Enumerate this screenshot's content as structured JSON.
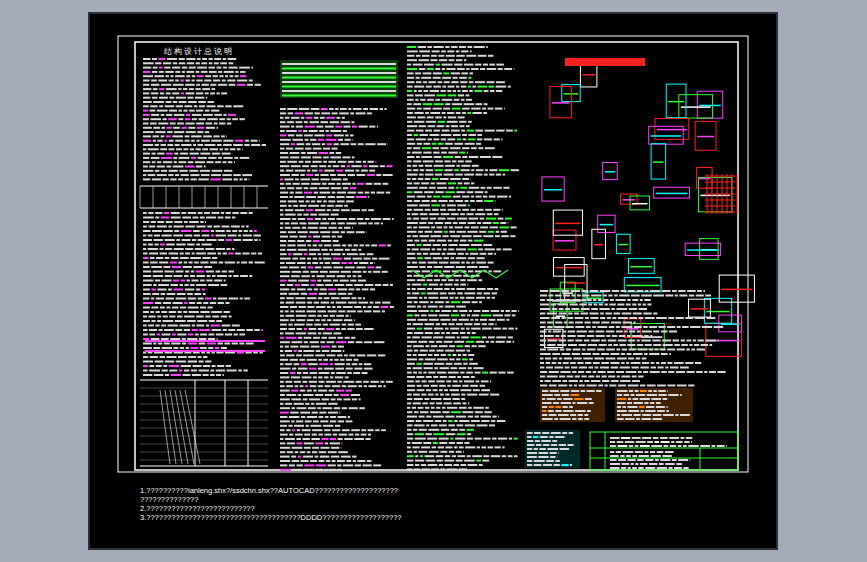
{
  "diagram": {
    "title": "结构设计总说明",
    "labels": [
      "1.??????????ianleng.shx?/ssdchn.shx??AUTOCAD????????????????????",
      "??????????????",
      "2.??????????????????????????",
      "3.?????????????????????????????????????DDDD???????????????????"
    ]
  }
}
